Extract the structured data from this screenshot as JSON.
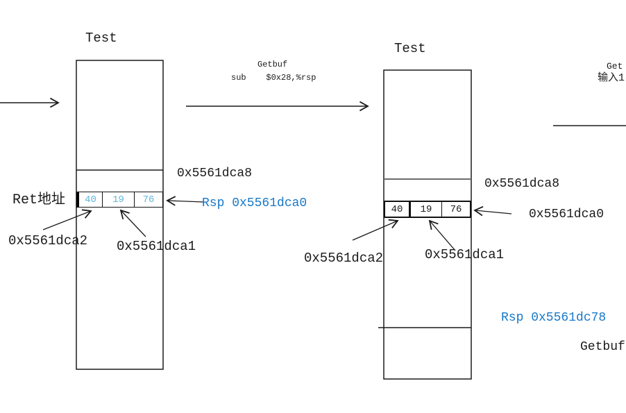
{
  "left": {
    "title": "Test",
    "cells": [
      "40",
      "19",
      "76"
    ],
    "addr_top": "0x5561dca8",
    "rsp": "Rsp 0x5561dca0",
    "ret": "Ret地址",
    "addr2": "0x5561dca2",
    "addr1": "0x5561dca1"
  },
  "transition": {
    "fn": "Getbuf",
    "asm": "sub    $0x28,%rsp"
  },
  "right": {
    "title": "Test",
    "cells": [
      "40",
      "19",
      "76"
    ],
    "addr_top": "0x5561dca8",
    "addr0": "0x5561dca0",
    "addr2": "0x5561dca2",
    "addr1": "0x5561dca1",
    "rsp": "Rsp 0x5561dc78",
    "fn": "Getbuf"
  },
  "edge": {
    "fn_partial": "Get",
    "input_partial": "输入1"
  },
  "colors": {
    "rsp_blue": "#1878c8",
    "cell_blue": "#5fb6da",
    "ink": "#1a1a1a",
    "gray_line": "#6b6b6b"
  }
}
